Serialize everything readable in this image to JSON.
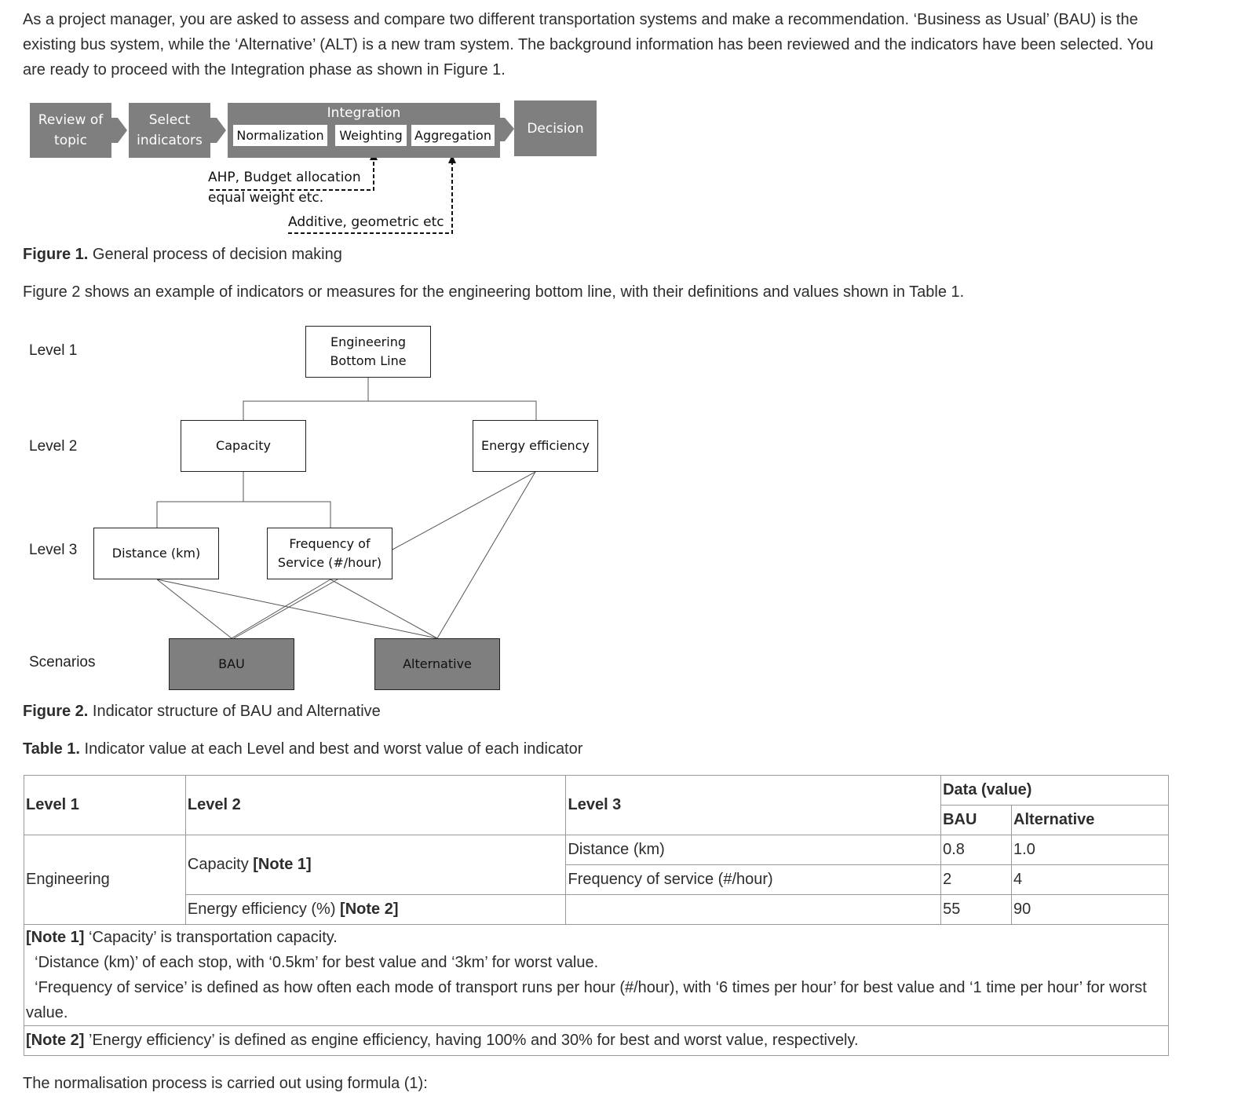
{
  "intro": "As a project manager, you are asked to assess and compare two different transportation systems and make a recommendation. ‘Business as Usual’ (BAU) is the existing bus system, while the ‘Alternative’ (ALT) is a new tram system.  The background information has been reviewed and the indicators have been selected. You are ready to proceed with the Integration phase as shown in Figure 1.",
  "figure1": {
    "steps": [
      "Review of topic",
      "Select indicators",
      "Integration",
      "Decision"
    ],
    "integration_sub": [
      "Normalization",
      "Weighting",
      "Aggregation"
    ],
    "weighting_methods_line1": "AHP, Budget allocation",
    "weighting_methods_line2": "equal weight etc.",
    "aggregation_methods": "Additive, geometric etc",
    "caption_bold": "Figure 1.",
    "caption": " General process of decision making"
  },
  "para2": "Figure 2 shows an example of indicators or measures for the engineering bottom line, with their definitions and values shown in Table 1.",
  "figure2": {
    "levels": [
      "Level 1",
      "Level 2",
      "Level 3",
      "Scenarios"
    ],
    "level1": "Engineering Bottom Line",
    "level2": [
      "Capacity",
      "Energy efficiency"
    ],
    "level3": [
      "Distance (km)",
      "Frequency of Service (#/hour)"
    ],
    "scenarios": [
      "BAU",
      "Alternative"
    ],
    "caption_bold": "Figure 2.",
    "caption": " Indicator structure of BAU and Alternative"
  },
  "table1": {
    "caption_bold": "Table 1.",
    "caption": " Indicator value at each Level and best and worst value of each indicator",
    "headers": {
      "level1": "Level 1",
      "level2": "Level 2",
      "level3": "Level 3",
      "data": "Data (value)",
      "bau": "BAU",
      "alt": "Alternative"
    },
    "level1_value": "Engineering",
    "capacity": "Capacity ",
    "capacity_note": "[Note 1]",
    "energy": "Energy efficiency (%) ",
    "energy_note": "[Note 2]",
    "rows": [
      {
        "level3": "Distance (km)",
        "bau": "0.8",
        "alt": "1.0"
      },
      {
        "level3": "Frequency of service (#/hour)",
        "bau": "2",
        "alt": "4"
      },
      {
        "level3": "",
        "bau": "55",
        "alt": "90"
      }
    ],
    "note1_label": "[Note 1]",
    "note1_l1": " ‘Capacity’ is transportation capacity.",
    "note1_l2": "  ‘Distance (km)’ of each stop, with ‘0.5km’ for best value and ‘3km’ for worst value.",
    "note1_l3": "  ‘Frequency of service’ is defined as how often each mode of transport runs per hour (#/hour), with ‘6 times per hour’ for best value and ‘1 time per hour’ for worst value.",
    "note2_label": "[Note 2]",
    "note2": " ’Energy efficiency’ is defined as engine efficiency, having 100% and 30% for best and worst value, respectively."
  },
  "para3": "The normalisation process is carried out using formula (1):"
}
